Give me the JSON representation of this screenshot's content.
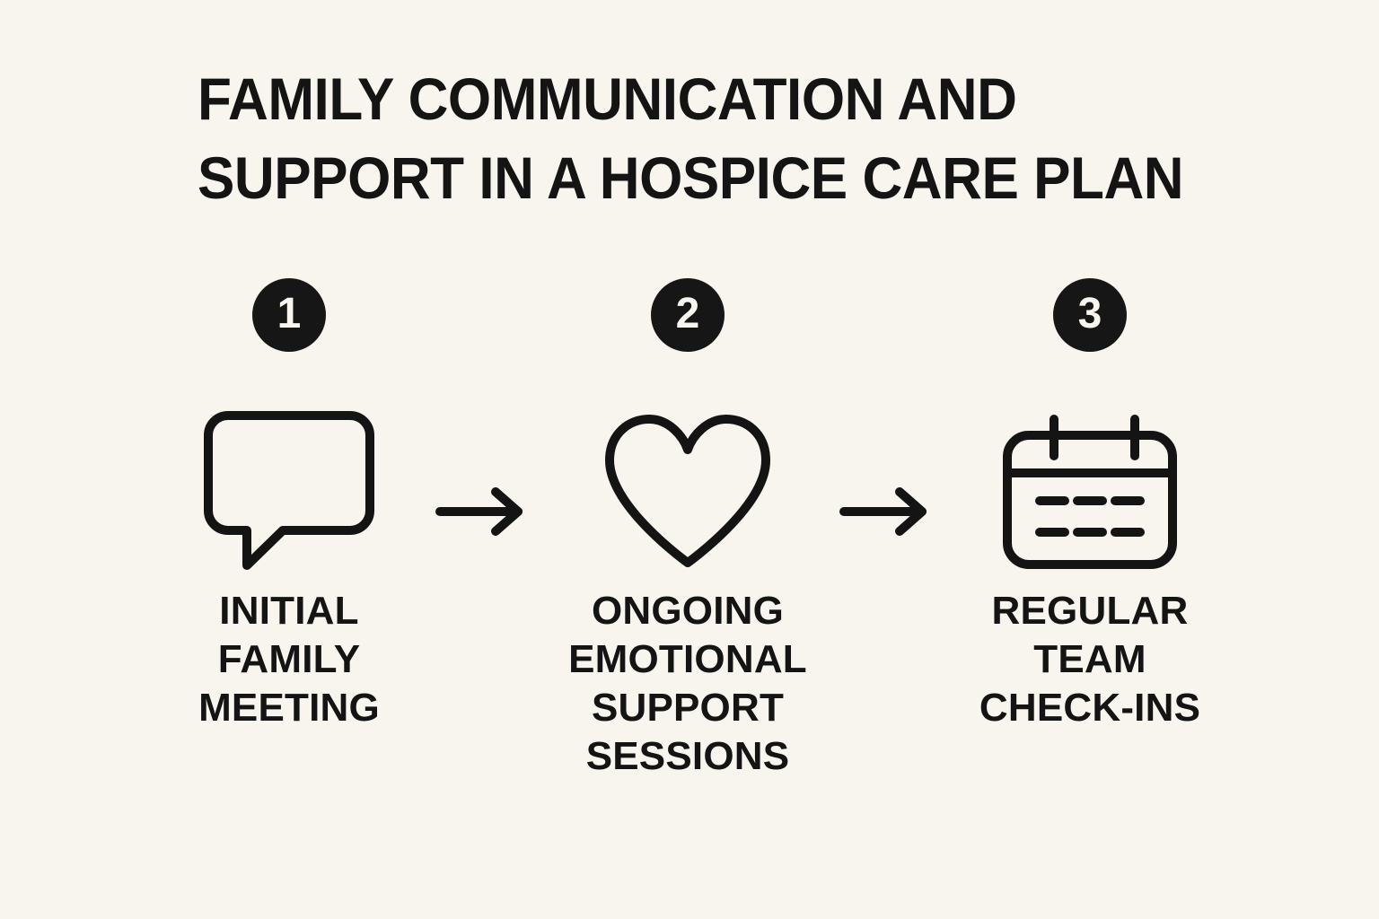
{
  "canvas": {
    "background_color": "#f8f5ef",
    "ink_color": "#141414"
  },
  "title": {
    "full": "FAMILY COMMUNICATION AND SUPPORT IN A HOSPICE CARE PLAN",
    "line1": "FAMILY COMMUNICATION AND",
    "line2": "SUPPORT IN A HOSPICE CARE PLAN"
  },
  "steps": [
    {
      "number": "1",
      "icon": "speech-bubble-icon",
      "label": "INITIAL\nFAMILY\nMEETING"
    },
    {
      "number": "2",
      "icon": "heart-icon",
      "label": "ONGOING\nEMOTIONAL\nSUPPORT\nSESSIONS"
    },
    {
      "number": "3",
      "icon": "calendar-icon",
      "label": "REGULAR\nTEAM\nCHECK-INS"
    }
  ],
  "connectors": [
    {
      "icon": "arrow-right-icon",
      "from": "1",
      "to": "2"
    },
    {
      "icon": "arrow-right-icon",
      "from": "2",
      "to": "3"
    }
  ]
}
